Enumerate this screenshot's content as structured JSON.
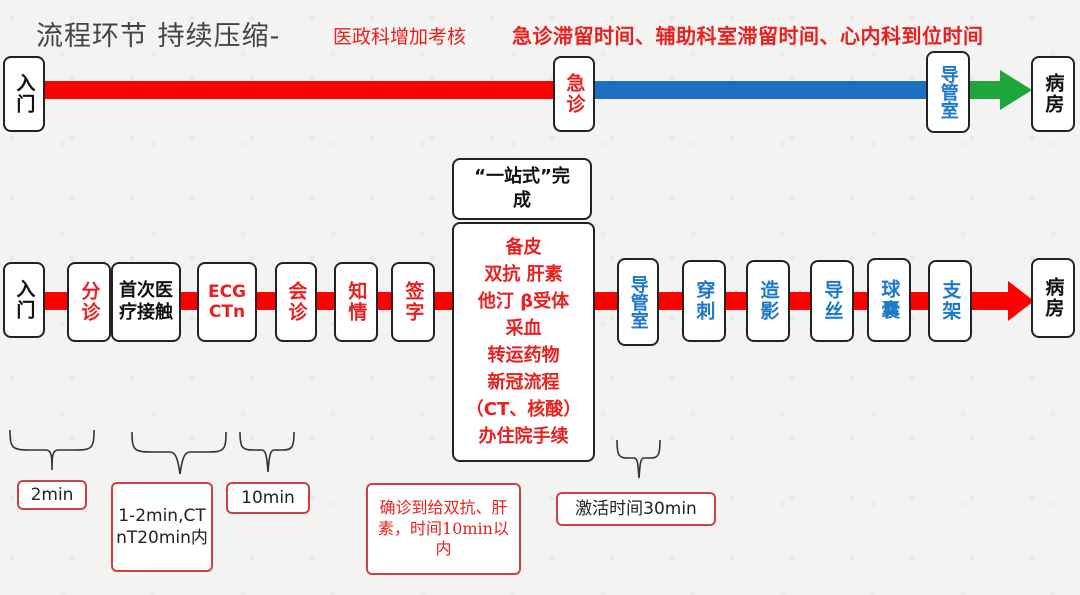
{
  "title": {
    "main": "流程环节 持续压缩-",
    "sub": "医政科增加考核",
    "sub2": "急诊滞留时间、辅助科室滞留时间、心内科到位时间"
  },
  "top_flow": {
    "entry": "入门",
    "er": "急诊",
    "cath": "导管室",
    "ward": "病房",
    "colors": {
      "seg1": "#ff0000",
      "seg2": "#1e6fc4",
      "seg3": "#1ea53c"
    }
  },
  "bottom_flow": {
    "entry": "入门",
    "steps": [
      {
        "text": "分诊",
        "color": "red"
      },
      {
        "text": "首次医疗接触",
        "color": "black"
      },
      {
        "text": "ECG CTn",
        "color": "red"
      },
      {
        "text": "会诊",
        "color": "red"
      },
      {
        "text": "知情",
        "color": "red"
      },
      {
        "text": "签字",
        "color": "red"
      }
    ],
    "onestop_header": "“一站式”完成",
    "onestop_items": [
      "备皮",
      "双抗 肝素",
      "他汀 β受体",
      "采血",
      "转运药物",
      "新冠流程",
      "（CT、核酸）",
      "办住院手续"
    ],
    "after_steps": [
      "导管室",
      "穿刺",
      "造影",
      "导丝",
      "球囊",
      "支架"
    ],
    "ward": "病房"
  },
  "time_labels": {
    "t1": "2min",
    "t2": "1-2min,CTnT20min内",
    "t3": "10min",
    "t4": "确诊到给双抗、肝素，时间10min以内",
    "t5": "激活时间30min"
  }
}
